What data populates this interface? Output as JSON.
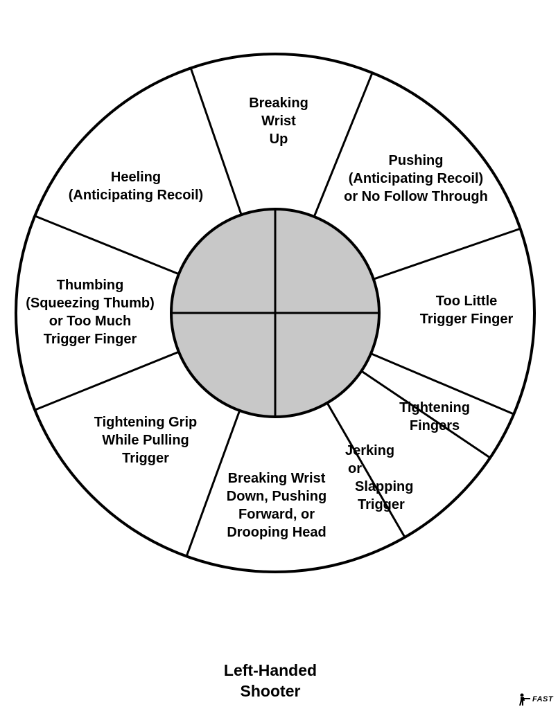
{
  "diagram": {
    "segments": [
      {
        "id": "breaking-wrist-up",
        "lines": [
          "Breaking",
          "Wrist",
          "Up"
        ]
      },
      {
        "id": "pushing",
        "lines": [
          "Pushing",
          "(Anticipating Recoil)",
          "or No Follow Through"
        ]
      },
      {
        "id": "too-little-trigger-finger",
        "lines": [
          "Too Little",
          "Trigger Finger"
        ]
      },
      {
        "id": "tightening-fingers",
        "lines": [
          "Tightening",
          "Fingers"
        ]
      },
      {
        "id": "jerking",
        "lines": [
          "Jerking",
          "or",
          "Slapping",
          "Trigger"
        ]
      },
      {
        "id": "breaking-wrist-down",
        "lines": [
          "Breaking Wrist",
          "Down, Pushing",
          "Forward, or",
          "Drooping Head"
        ]
      },
      {
        "id": "tightening-grip",
        "lines": [
          "Tightening Grip",
          "While Pulling",
          "Trigger"
        ]
      },
      {
        "id": "thumbing",
        "lines": [
          "Thumbing",
          "(Squeezing Thumb)",
          "or Too Much",
          "Trigger Finger"
        ]
      },
      {
        "id": "heeling",
        "lines": [
          "Heeling",
          "(Anticipating Recoil)"
        ]
      }
    ],
    "colors": {
      "center_fill": "#c8c8c8",
      "stroke": "#000000",
      "background": "#ffffff"
    }
  },
  "footer": {
    "title_line1": "Left-Handed",
    "title_line2": "Shooter"
  },
  "logo": {
    "text": "FAST"
  }
}
